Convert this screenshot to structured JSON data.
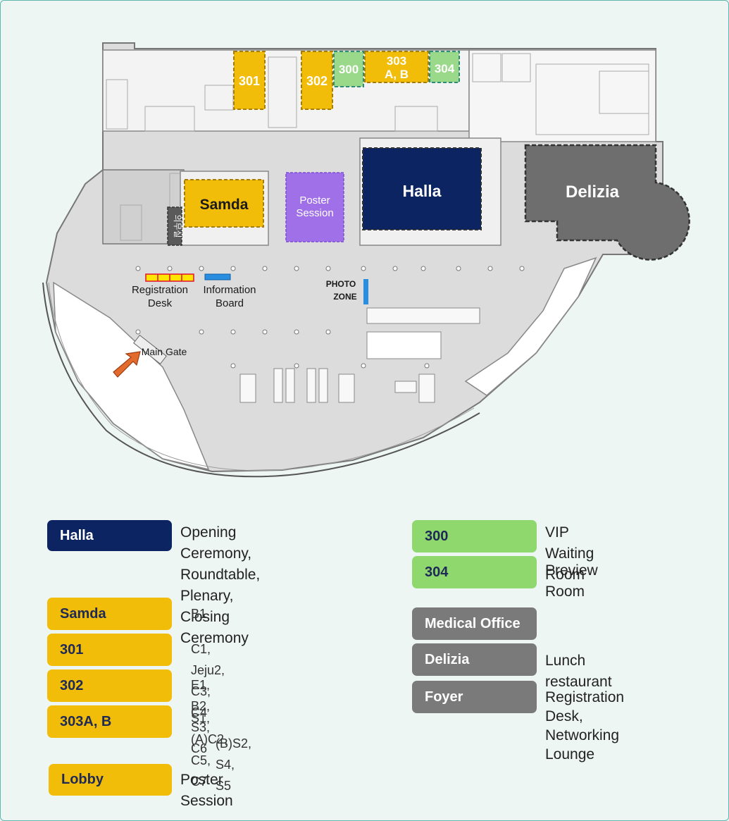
{
  "map": {
    "rooms": {
      "r301": "301",
      "r302": "302",
      "r300": "300",
      "r303_line1": "303",
      "r303_line2": "A, B",
      "r304": "304",
      "samda": "Samda",
      "poster_line1": "Poster",
      "poster_line2": "Session",
      "halla": "Halla",
      "delizia": "Delizia",
      "medical_vertical": "의무실"
    },
    "labels": {
      "registration_line1": "Registration",
      "registration_line2": "Desk",
      "information_line1": "Information",
      "information_line2": "Board",
      "photo_line1": "PHOTO",
      "photo_line2": "ZONE",
      "main_gate": "Main Gate"
    },
    "colors": {
      "navy": "#0c2461",
      "yellow": "#f2bd09",
      "green": "#8ed86e",
      "gray": "#7a7a7a",
      "purple": "#a070e8",
      "arrow": "#e26a2c"
    }
  },
  "legend": {
    "halla": {
      "label": "Halla",
      "desc": [
        "Opening Ceremony,",
        "Roundtable, Plenary,",
        "Closing Ceremony"
      ]
    },
    "samda": {
      "label": "Samda",
      "desc": "B1"
    },
    "r301": {
      "label": "301",
      "desc": "C1, Jeju2, C3, C4"
    },
    "r302": {
      "label": "302",
      "desc": "E1, B2, S3, C6"
    },
    "r303": {
      "label": "303A, B",
      "desc_a": "S1, (A)C2, C5, C7",
      "desc_b": "(B)S2, S4, S5"
    },
    "lobby": {
      "label": "Lobby",
      "desc": "Poster Session"
    },
    "r300": {
      "label": "300",
      "desc": "VIP Waiting Room"
    },
    "r304": {
      "label": "304",
      "desc": "Preview Room"
    },
    "medical": {
      "label": "Medical Office"
    },
    "delizia": {
      "label": "Delizia",
      "desc": "Lunch restaurant"
    },
    "foyer": {
      "label": "Foyer",
      "desc": [
        "Registration Desk,",
        "Networking Lounge"
      ]
    }
  }
}
